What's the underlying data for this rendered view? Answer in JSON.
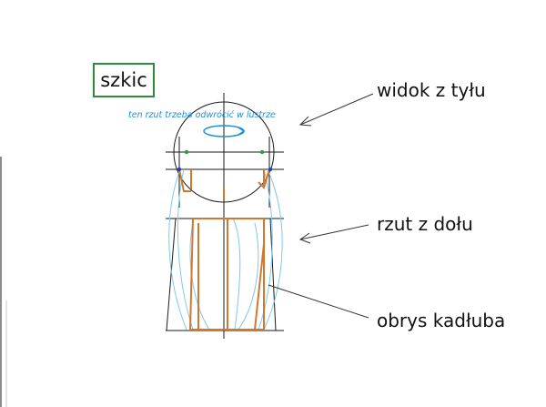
{
  "labels": {
    "title": "szkic",
    "note": "ten rzut trzeba odwrócić w lustrze",
    "back_view": "widok z tyłu",
    "bottom_view": "rzut z dołu",
    "hull_outline": "obrys kadłuba"
  },
  "colors": {
    "construction": "#1a1a1a",
    "hull": "#d2782e",
    "sketch_blue": "#7ec8f0",
    "note_blue": "#1e90d8",
    "title_frame": "#2e8b3a",
    "marker_green": "#2e9b3a",
    "marker_blue": "#2040c0"
  }
}
